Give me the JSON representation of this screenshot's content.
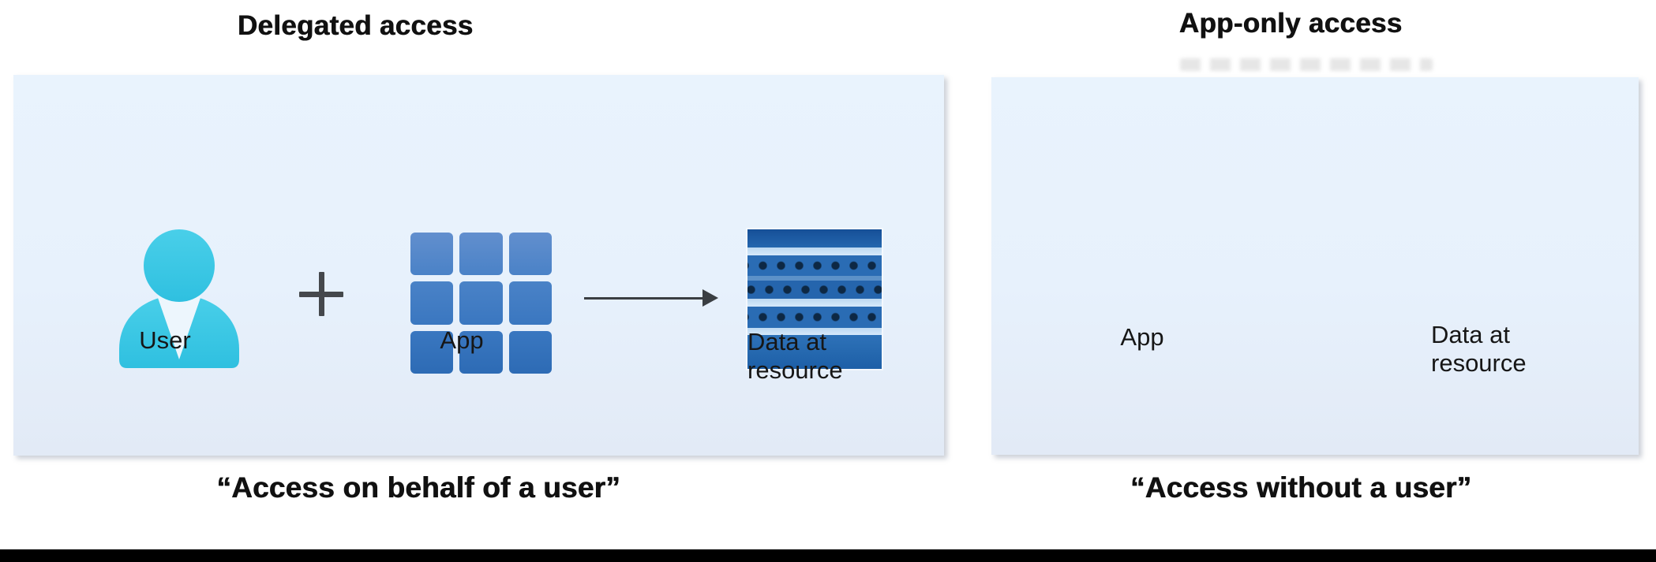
{
  "delegated": {
    "title": "Delegated access",
    "caption": "“Access on behalf of a user”",
    "user_label": "User",
    "app_label": "App",
    "resource_label": "Data at resource"
  },
  "app_only": {
    "title": "App-only access",
    "caption": "“Access without a user”",
    "app_label": "App",
    "resource_label": "Data at resource"
  },
  "icons": {
    "user": "user-icon",
    "plus": "plus-icon",
    "app": "app-grid-icon",
    "arrow": "arrow-right-icon",
    "resource": "database-icon"
  },
  "colors": {
    "panel_bg_top": "#e9f3fd",
    "panel_bg_bottom": "#e2eaf6",
    "user_cyan": "#3dc8e6",
    "app_blue_top": "#5389cc",
    "app_blue_mid": "#4180c6",
    "app_blue_bottom": "#3173bd",
    "db_blue": "#2a6cb4",
    "db_light_band": "#cde3f5",
    "db_dot": "#0d2844",
    "arrow_dark": "#3a3e42",
    "text": "#111111",
    "bottom_bar": "#000000"
  }
}
